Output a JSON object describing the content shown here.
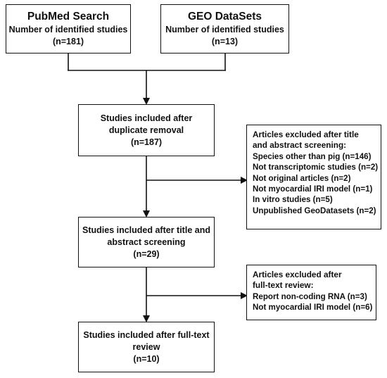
{
  "pubmed": {
    "title": "PubMed Search",
    "subtitle": "Number of identified studies",
    "count": "(n=181)"
  },
  "geo": {
    "title": "GEO DataSets",
    "subtitle": "Number of identified studies",
    "count": "(n=13)"
  },
  "dedup": {
    "line1": "Studies included after",
    "line2": "duplicate removal",
    "count": "(n=187)"
  },
  "exclude1": {
    "head1": "Articles excluded after title",
    "head2": "and abstract screening:",
    "items": [
      "Species other than pig (n=146)",
      "Not transcriptomic studies (n=2)",
      "Not original articles (n=2)",
      "Not myocardial IRI model (n=1)",
      "In vitro studies (n=5)",
      "Unpublished GeoDatasets (n=2)"
    ]
  },
  "screen": {
    "line1": "Studies included after title and",
    "line2": "abstract screening",
    "count": "(n=29)"
  },
  "exclude2": {
    "head1": "Articles excluded after",
    "head2": "full-text review:",
    "items": [
      "Report non-coding RNA (n=3)",
      "Not myocardial IRI model (n=6)"
    ]
  },
  "final": {
    "line1": "Studies included after full-text",
    "line2": "review",
    "count": "(n=10)"
  }
}
